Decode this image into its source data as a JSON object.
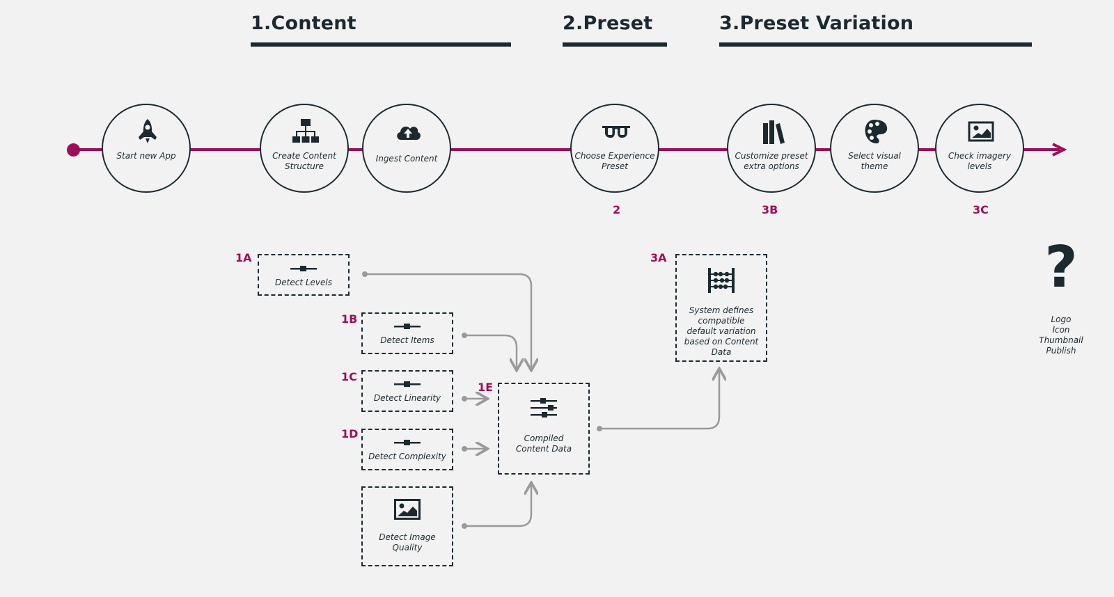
{
  "sections": {
    "content": "1.Content",
    "preset": "2.Preset",
    "variation": "3.Preset Variation"
  },
  "steps": [
    {
      "label": "Start new App",
      "icon": "rocket-icon"
    },
    {
      "label": "Create Content Structure",
      "icon": "sitemap-icon"
    },
    {
      "label": "Ingest Content",
      "icon": "cloud-upload-icon"
    },
    {
      "label": "Choose Experience Preset",
      "icon": "glasses-icon",
      "code": "2"
    },
    {
      "label": "Customize preset extra options",
      "icon": "books-icon",
      "code": "3B"
    },
    {
      "label": "Select visual theme",
      "icon": "palette-icon"
    },
    {
      "label": "Check imagery levels",
      "icon": "image-icon",
      "code": "3C"
    }
  ],
  "details": {
    "detect_levels": {
      "code": "1A",
      "label": "Detect Levels",
      "icon": "slider-icon"
    },
    "detect_items": {
      "code": "1B",
      "label": "Detect Items",
      "icon": "slider-icon"
    },
    "detect_linearity": {
      "code": "1C",
      "label": "Detect Linearity",
      "icon": "slider-icon"
    },
    "detect_complexity": {
      "code": "1D",
      "label": "Detect Complexity",
      "icon": "slider-icon"
    },
    "detect_image_quality": {
      "label": "Detect Image Quality",
      "icon": "image-icon"
    },
    "compiled": {
      "code": "1E",
      "label": "Compiled Content Data",
      "icon": "sliders-icon"
    },
    "system_defines": {
      "code": "3A",
      "label": "System defines compatible default variation based on Content Data",
      "icon": "abacus-icon"
    }
  },
  "final": {
    "icon": "question-mark-icon",
    "glyph": "?",
    "items": [
      "Logo",
      "Icon",
      "Thumbnail",
      "Publish"
    ]
  },
  "colors": {
    "accent": "#9b0f58",
    "ink": "#1c2a30",
    "connector": "#9a9a9a",
    "background": "#f2f2f2"
  }
}
